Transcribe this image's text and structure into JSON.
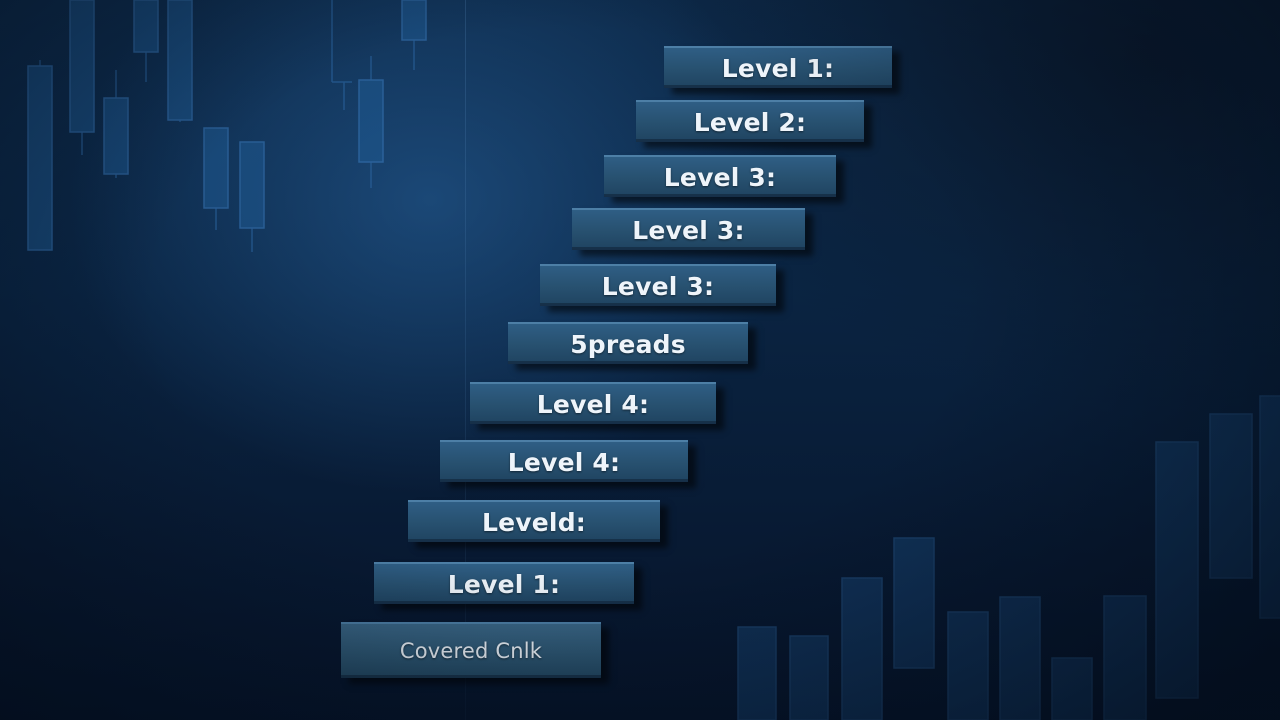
{
  "steps": [
    "Level 1:",
    "Level 2:",
    "Level 3:",
    "Level 3:",
    "Level 3:",
    "5preads",
    "Level 4:",
    "Level 4:",
    "Leveld:",
    "Level 1:",
    "Covered Cnlk"
  ],
  "colors": {
    "background": "#0a2442",
    "step_face": "#2a5677",
    "step_edge": "#4d7fa6",
    "candle": "#2f6aa6",
    "text": "#eef4fa"
  }
}
